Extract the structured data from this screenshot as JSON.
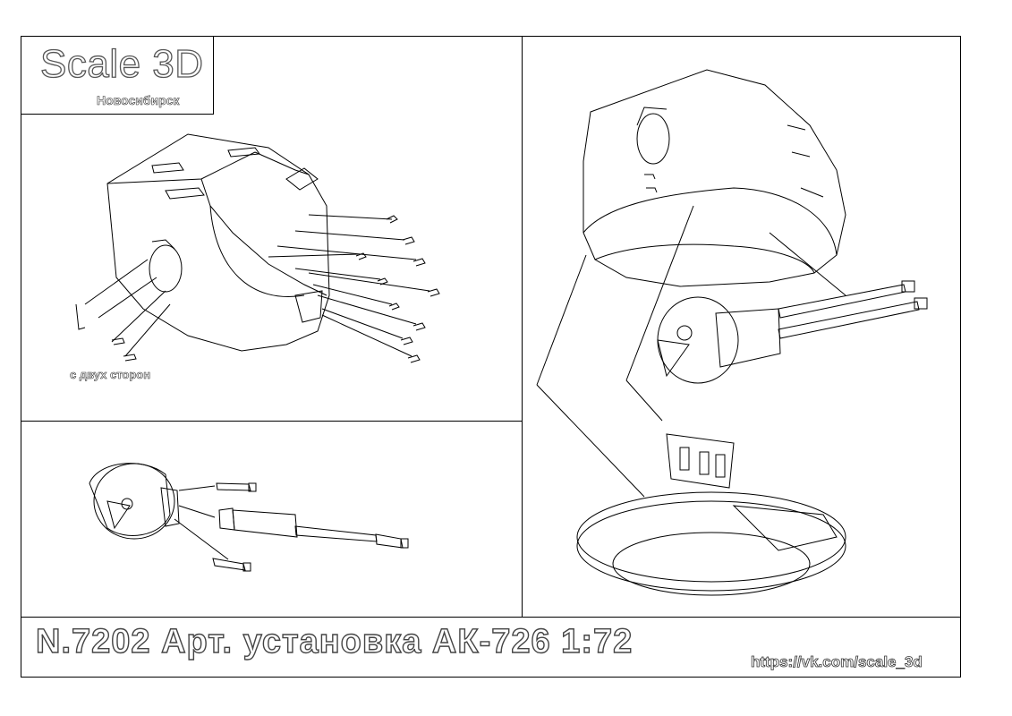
{
  "logo": {
    "title": "Scale 3D",
    "city": "Новосибирск"
  },
  "panel_top_left": {
    "note": "с двух сторон"
  },
  "footer": {
    "product": "N.7202 Арт. установка АК-726  1:72",
    "url": "https://vk.com/scale_3d"
  },
  "colors": {
    "line": "#000000",
    "outline_text": "#444444",
    "background": "#ffffff"
  }
}
